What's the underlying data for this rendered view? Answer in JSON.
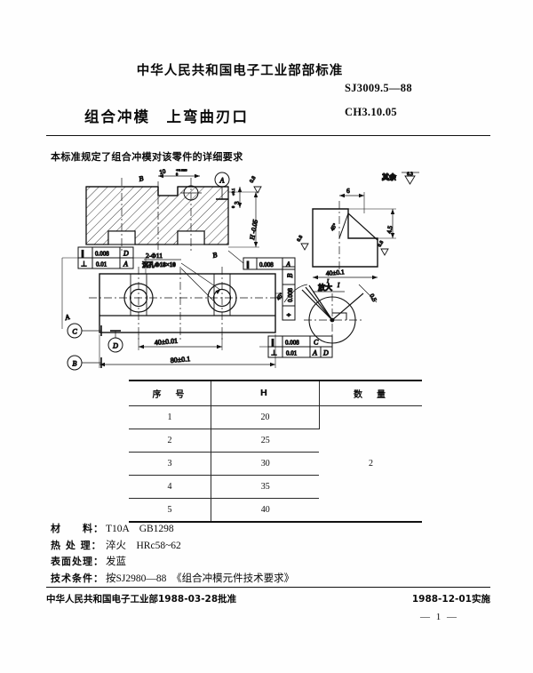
{
  "header": {
    "ministry_line": "中华人民共和国电子工业部部标准",
    "standard_no": "SJ3009.5—88",
    "classification_no": "CH3.10.05",
    "doc_title": "组合冲模　上弯曲刃口",
    "scope_text": "本标准规定了组合冲模对该零件的详细要求"
  },
  "drawing": {
    "front_view": {
      "dim_top_width": "10",
      "dim_top_tol": "+0.035",
      "dim_top_tol_low": "0",
      "datum_a": "A",
      "dim_right_h": "3",
      "dim_right_h_tol": "+0.1",
      "dim_right_h_tol_low": "0",
      "surface_08": "0.8",
      "dim_height_h": "H -0.05",
      "section_mark": "B",
      "gdt_right_sym": "∥",
      "gdt_right_tol": "0.008",
      "gdt_right_dat": "A"
    },
    "plan_view": {
      "gdt_left_row1_sym": "∥",
      "gdt_left_row1_tol": "0.008",
      "gdt_left_row1_dat": "D",
      "gdt_left_row2_sym": "⊥",
      "gdt_left_row2_tol": "0.01",
      "gdt_left_row2_dat": "A",
      "hole_callout_line1": "2-Φ11",
      "hole_callout_line2": "沉孔Φ18×10",
      "dim_inner": "40±0.01",
      "dim_outer": "80±0.1",
      "datum_a": "A",
      "datum_b": "B",
      "datum_c": "C",
      "datum_d": "D",
      "gdt_side_sym": "⌖",
      "gdt_side_tol": "0.008",
      "gdt_side_dat": "B",
      "gdt_bottom_row1_sym": "∥",
      "gdt_bottom_row1_tol": "0.008",
      "gdt_bottom_row1_dat": "C",
      "gdt_bottom_row2_sym": "⊥",
      "gdt_bottom_row2_tol": "0.01",
      "gdt_bottom_row2_dat1": "A",
      "gdt_bottom_row2_dat2": "D"
    },
    "side_view": {
      "other_surface_label": "其余",
      "other_surface_value": "6.3",
      "dim_top": "6",
      "dim_right": "4.5",
      "angle": "45°",
      "dim_bottom": "40±0.1",
      "surface_left": "0.8",
      "surface_right": "0.8",
      "detail_mark": "I"
    },
    "detail_view": {
      "title": "I 放大",
      "dim": "0.5",
      "angle": "45°"
    }
  },
  "table": {
    "columns": [
      "序　号",
      "H",
      "数　量"
    ],
    "rows": [
      {
        "no": "1",
        "h": "20"
      },
      {
        "no": "2",
        "h": "25"
      },
      {
        "no": "3",
        "h": "30"
      },
      {
        "no": "4",
        "h": "35"
      },
      {
        "no": "5",
        "h": "40"
      }
    ],
    "quantity": "2"
  },
  "specs": [
    {
      "label": "材　　料：",
      "value": "T10A　GB1298"
    },
    {
      "label": "热 处 理：",
      "value": "淬火　HRc58~62"
    },
    {
      "label": "表面处理：",
      "value": "发蓝"
    },
    {
      "label": "技术条件：",
      "value": "按SJ2980—88　《组合冲模元件技术要求》"
    }
  ],
  "footer": {
    "approval": "中华人民共和国电子工业部1988-03-28批准",
    "implementation": "1988-12-01实施",
    "page_number": "— 1 —"
  }
}
